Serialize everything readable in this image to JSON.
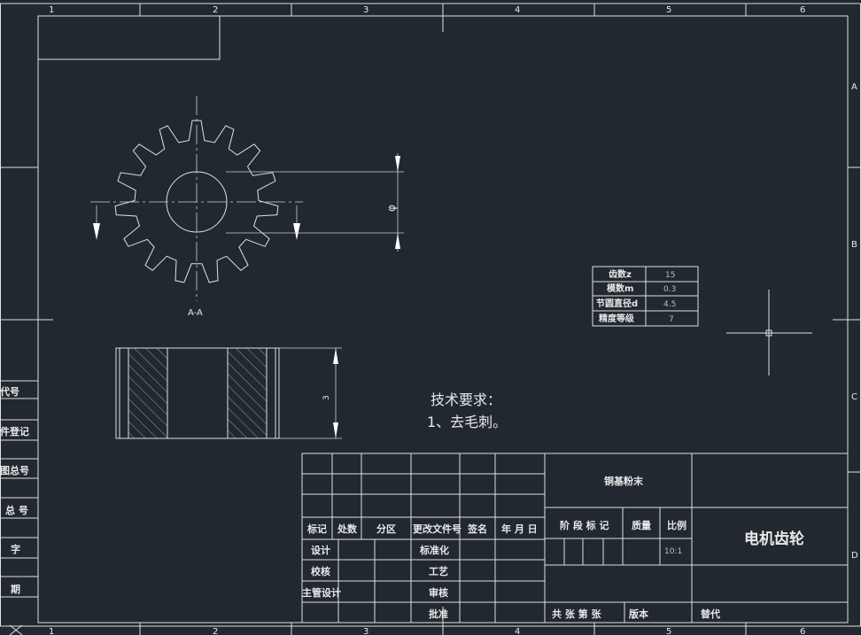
{
  "frame": {
    "columns": [
      "1",
      "2",
      "3",
      "4",
      "5",
      "6"
    ],
    "rows": [
      "A",
      "B",
      "C",
      "D"
    ]
  },
  "side_labels": [
    "代号",
    "件登记",
    "图总号",
    "总 号",
    "字",
    "期"
  ],
  "views": {
    "section_label": "A-A",
    "diameter_symbol": "φ",
    "height_dim": "3"
  },
  "gear_params": [
    {
      "label": "齿数z",
      "value": "15"
    },
    {
      "label": "模数m",
      "value": "0.3"
    },
    {
      "label": "节圆直径d",
      "value": "4.5"
    },
    {
      "label": "精度等级",
      "value": "7"
    }
  ],
  "tech": {
    "title": "技术要求：",
    "item": "1、去毛刺。"
  },
  "title_block": {
    "material": "铜基粉末",
    "part_name": "电机齿轮",
    "revision_headers": [
      "标记",
      "处数",
      "分区",
      "更改文件号",
      "签名",
      "年 月 日"
    ],
    "sign_rows": [
      {
        "left": "设计",
        "mid": "标准化"
      },
      {
        "left": "校核",
        "mid": "工艺"
      },
      {
        "left": "主管设计",
        "mid": "审核"
      },
      {
        "left": "",
        "mid": "批准"
      }
    ],
    "stage_label": "阶 段 标 记",
    "mass_label": "质量",
    "scale_label": "比例",
    "scale_value": "10:1",
    "sheets": "共  张  第  张",
    "version_label": "版本",
    "replace_label": "替代"
  }
}
